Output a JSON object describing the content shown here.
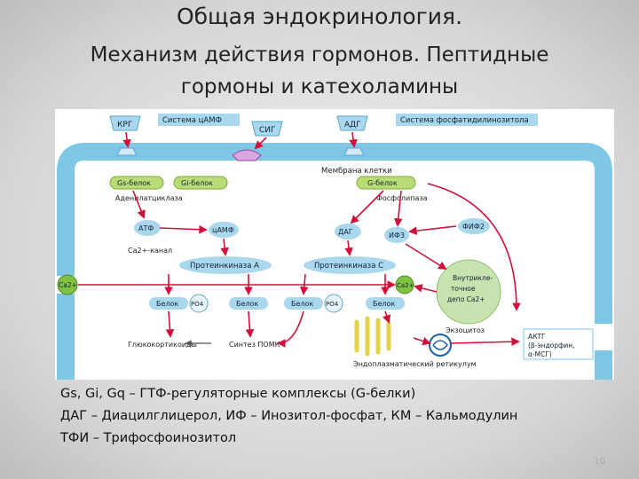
{
  "title": {
    "line1": "Общая эндокринология.",
    "line2": "Механизм действия гормонов. Пептидные",
    "line3": "гормоны и катехоламины"
  },
  "diagram": {
    "krg": "КРГ",
    "sig": "СИГ",
    "adg": "АДГ",
    "camp_system": "Система цАМФ",
    "pip_system": "Система фосфатидилинозитола",
    "membrane": "Мембрана клетки",
    "gs": "Gs-белок",
    "gi": "Gi-белок",
    "g": "G-белок",
    "adenylate_cyclase": "Аденилатциклаза",
    "phospholipase": "Фосфолипаза",
    "atp": "АТФ",
    "camp": "цАМФ",
    "dag": "ДАГ",
    "ip3": "ИФ3",
    "fif2": "ФИФ2",
    "ca_channel": "Ca2+-канал",
    "pka": "Протеинкиназа А",
    "pkc": "Протеинкиназа С",
    "ca_left": "Ca2+",
    "ca_right": "Ca2+",
    "intracellular_depot": "Внутрикле-точное депо Ca2+",
    "protein1": "Белок",
    "po4_1": "PO4",
    "protein2": "Белок",
    "protein3": "Белок",
    "po4_2": "PO4",
    "protein4": "Белок",
    "exocytosis": "Экзоцитоз",
    "glucocorticoids": "Глюкокортикоиды",
    "pomc": "Синтез ПОМК",
    "actg": "АКТГ (β-эндорфин, α-МСГ)",
    "er": "Эндоплазматический ретикулум"
  },
  "legend": {
    "line1": "Gs, Gi, Gq – ГТФ-регуляторные комплексы (G-белки)",
    "line2": "ДАГ – Диацилглицерол, ИФ – Инозитол-фосфат, КМ – Кальмодулин",
    "line3": "ТФИ – Трифосфоинозитол"
  },
  "page_number": "10"
}
